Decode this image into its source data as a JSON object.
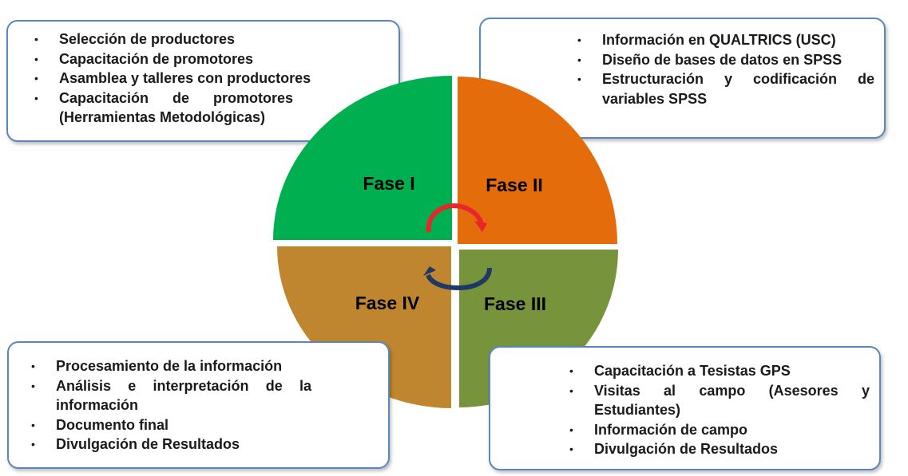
{
  "colors": {
    "fase1": "#00b050",
    "fase2": "#e46c0a",
    "fase3": "#77933c",
    "fase4": "#c0862f",
    "box_border": "#5b86bd",
    "arrow_red": "#e8272c",
    "arrow_navy": "#1f3864"
  },
  "phases": [
    {
      "label": "Fase I"
    },
    {
      "label": "Fase II"
    },
    {
      "label": "Fase III"
    },
    {
      "label": "Fase IV"
    }
  ],
  "boxes": {
    "fase1": {
      "items": [
        "Selección de productores",
        "Capacitación de promotores",
        "Asamblea y talleres con productores",
        "Capacitación de promotores (Herramientas Metodológicas)"
      ]
    },
    "fase2": {
      "items": [
        "Información en QUALTRICS (USC)",
        "Diseño de bases de datos en SPSS",
        " Estructuración y codificación de variables SPSS"
      ]
    },
    "fase3": {
      "items": [
        "Capacitación a Tesistas GPS",
        "Visitas al campo (Asesores y Estudiantes)",
        "Información de campo",
        "Divulgación de Resultados"
      ]
    },
    "fase4": {
      "items": [
        "Procesamiento de la información",
        "Análisis e interpretación de la información",
        "Documento final",
        "Divulgación de Resultados"
      ]
    }
  }
}
